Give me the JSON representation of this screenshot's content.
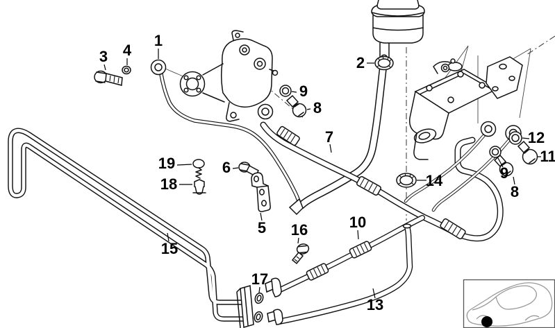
{
  "figure": {
    "type": "exploded-parts-diagram",
    "background": "#ffffff",
    "line_color": "#111111",
    "inset_dot_color": "#000000",
    "callouts": [
      {
        "num": "1"
      },
      {
        "num": "2"
      },
      {
        "num": "3"
      },
      {
        "num": "4"
      },
      {
        "num": "5"
      },
      {
        "num": "6"
      },
      {
        "num": "7"
      },
      {
        "num": "8"
      },
      {
        "num": "9"
      },
      {
        "num": "10"
      },
      {
        "num": "11"
      },
      {
        "num": "12"
      },
      {
        "num": "13"
      },
      {
        "num": "14"
      },
      {
        "num": "15"
      },
      {
        "num": "16"
      },
      {
        "num": "17"
      },
      {
        "num": "18"
      },
      {
        "num": "19"
      }
    ]
  }
}
